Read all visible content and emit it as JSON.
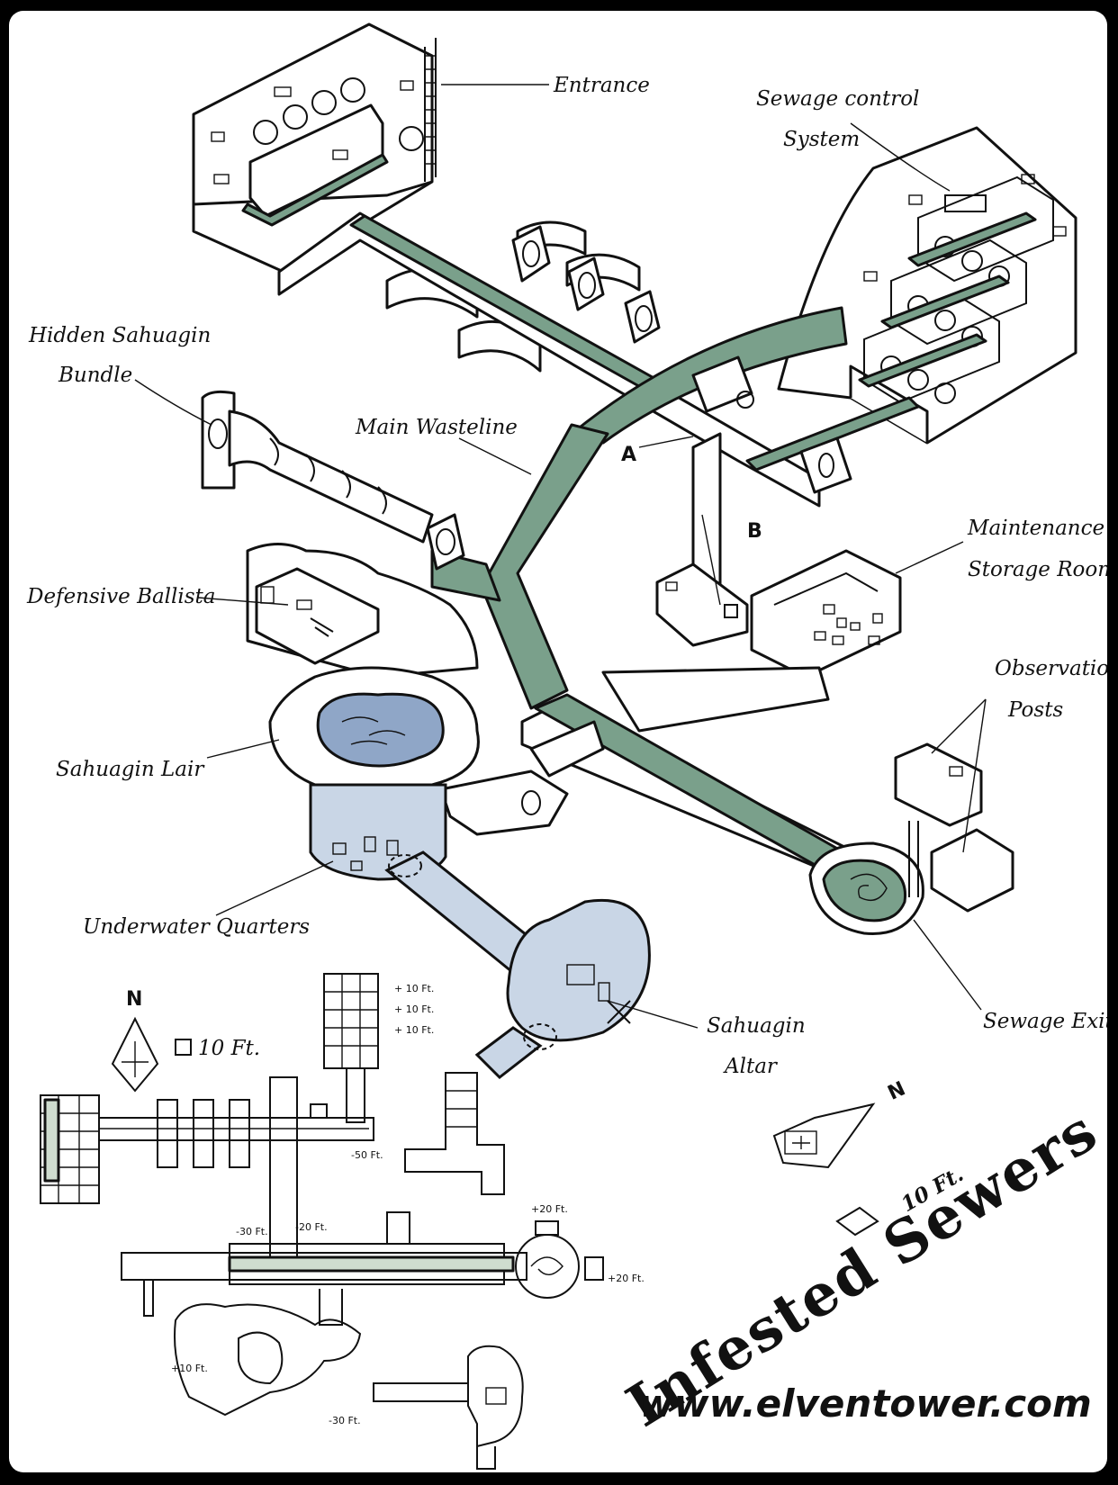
{
  "colors": {
    "sewage": "#7aa08b",
    "water_pool": "#8fa6c7",
    "underwater": "#c9d6e6",
    "ink": "#111111",
    "frame": "#000000"
  },
  "labels": {
    "entrance": "Entrance",
    "sewage_control_1": "Sewage control",
    "sewage_control_2": "System",
    "hidden_bundle_1": "Hidden Sahuagin",
    "hidden_bundle_2": "Bundle",
    "main_wasteline": "Main Wasteline",
    "maintenance_1": "Maintenance",
    "maintenance_2": "Storage Room",
    "defensive_ballista": "Defensive Ballista",
    "observation_1": "Observation",
    "observation_2": "Posts",
    "sahuagin_lair": "Sahuagin Lair",
    "underwater_quarters": "Underwater Quarters",
    "sahuagin_altar_1": "Sahuagin",
    "sahuagin_altar_2": "Altar",
    "sewage_exit": "Sewage Exit",
    "point_a": "A",
    "point_b": "B"
  },
  "legend": {
    "north_letter": "N",
    "scale_text": "10 Ft.",
    "compass_letter_iso": "N",
    "scale_text_iso": "10 Ft."
  },
  "plan_notes": {
    "up_1": "+ 10 Ft.",
    "up_2": "+ 10 Ft.",
    "up_3": "+ 10 Ft.",
    "down_50": "-50 Ft.",
    "down_30": "-30 Ft.",
    "down_20": "-20 Ft.",
    "up_20a": "+20 Ft.",
    "up_20b": "+20 Ft.",
    "lair_up_10": "+10 Ft.",
    "down_30b": "-30 Ft."
  },
  "title": "Infested Sewers",
  "website": "www.elventower.com"
}
